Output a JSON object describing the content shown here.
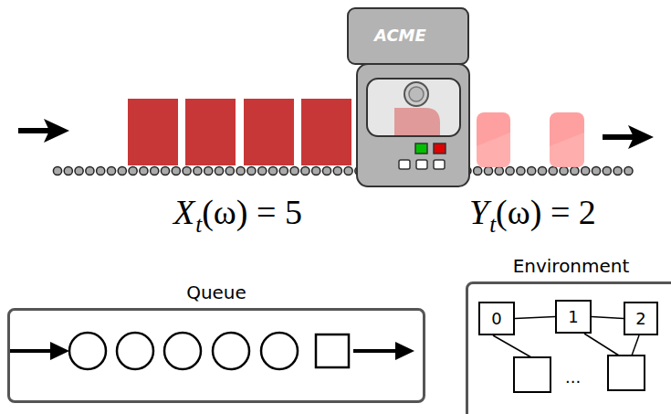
{
  "diagram": {
    "nodes": [
      {
        "text": [
          "ACME"
        ]
      },
      {
        "text": [
          "Queue"
        ]
      },
      {
        "text": [
          "Environment"
        ]
      },
      {
        "text": [
          "0"
        ],
        "in": 2
      },
      {
        "text": [
          "1"
        ],
        "in": 2
      },
      {
        "text": [
          "2"
        ],
        "in": 2
      }
    ],
    "edges": [
      {
        "from": 3,
        "to": 4,
        "arrow": "none"
      },
      {
        "from": 4,
        "to": 5,
        "arrow": "none"
      }
    ],
    "labels": [
      "X",
      "t",
      "(ω) = 5",
      "Y",
      "t",
      "(ω) = 2",
      "..."
    ]
  }
}
